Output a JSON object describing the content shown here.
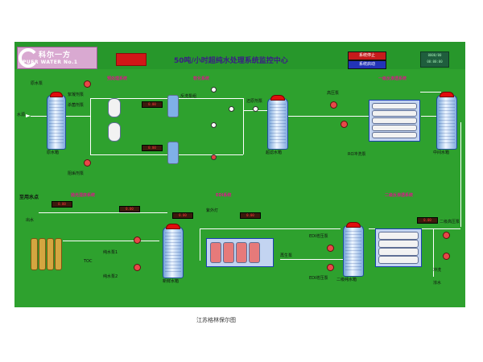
{
  "header": {
    "logo_brand": "科尔一方",
    "logo_sub": "PUER WATER No.1",
    "title": "50吨/小时超纯水处理系统监控中心",
    "stop_button": "系统停止",
    "start_button": "系统启动"
  },
  "sections": {
    "filter": "预处理系统",
    "softener": "软化系统",
    "ro1": "一级反渗透系统",
    "point": "至用水点",
    "polish": "抛光混床系统",
    "edi": "EDI系统",
    "ro2": "二级反渗透系统"
  },
  "tanks": {
    "raw": "原水箱",
    "ultrafilter": "超滤水箱",
    "intermediate": "中间水箱",
    "fresh": "新鲜水箱",
    "pure2": "二级纯水箱"
  },
  "labels": {
    "water_in": "水源",
    "raw_pump": "原水泵",
    "dosing_pump1": "絮凝剂泵",
    "dosing_pump2": "杀菌剂泵",
    "dosing_pump3": "阻垢剂泵",
    "dosing_pump4": "还原剂泵",
    "backwash": "反洗泵组",
    "ro_pump": "高压泵",
    "ro_flush": "RO冲洗泵",
    "toc": "TOC",
    "pure_pump1": "纯水泵1",
    "pure_pump2": "纯水泵2",
    "edi_pump1": "EDI增压泵",
    "edi_pump2": "EDI增压泵",
    "outlet": "出水",
    "point_label": "至用水点",
    "uv": "紫外灯",
    "reg_pump": "再生泵",
    "stage2_pump": "二级高压泵",
    "flush": "冲洗",
    "dense": "浓水"
  },
  "readings": {
    "r1": "0.00",
    "r2": "0.00",
    "r3": "0.00",
    "r4": "0.00",
    "r5": "0.00",
    "r6": "0.00",
    "r7": "0.00"
  },
  "clock": {
    "line1": "0000/00",
    "line2": "00:00:00"
  },
  "caption": "江苏格林保尔图"
}
